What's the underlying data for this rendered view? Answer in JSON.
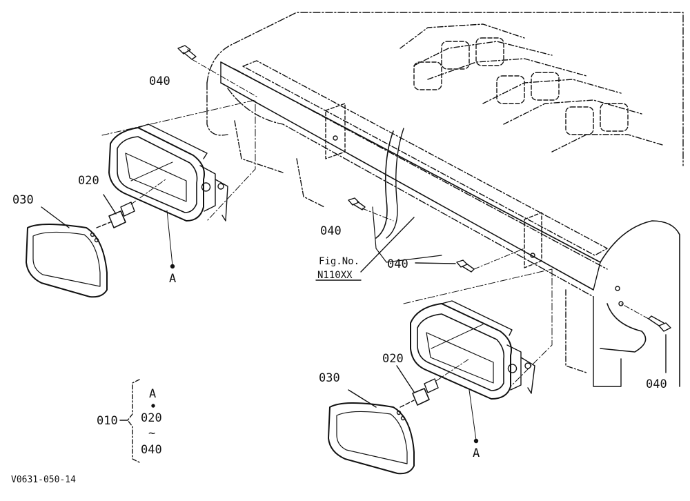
{
  "callouts": {
    "bolt_upper": "040",
    "bulb_left": "020",
    "lens_left": "030",
    "lamp_left": "A",
    "bolt_middle": "040",
    "fig_no_label": "Fig.No.",
    "fig_no_value": "N110XX",
    "bolt_right_mid": "040",
    "bolt_far_right": "040",
    "bulb_right": "020",
    "lens_right": "030",
    "lamp_right": "A"
  },
  "legend": {
    "assembly": "010",
    "item_a": "A",
    "item_start": "020",
    "range_sep": "~",
    "item_end": "040"
  },
  "drawing_code": "V0631-050-14",
  "colors": {
    "ink": "#111111",
    "paper": "#ffffff"
  }
}
